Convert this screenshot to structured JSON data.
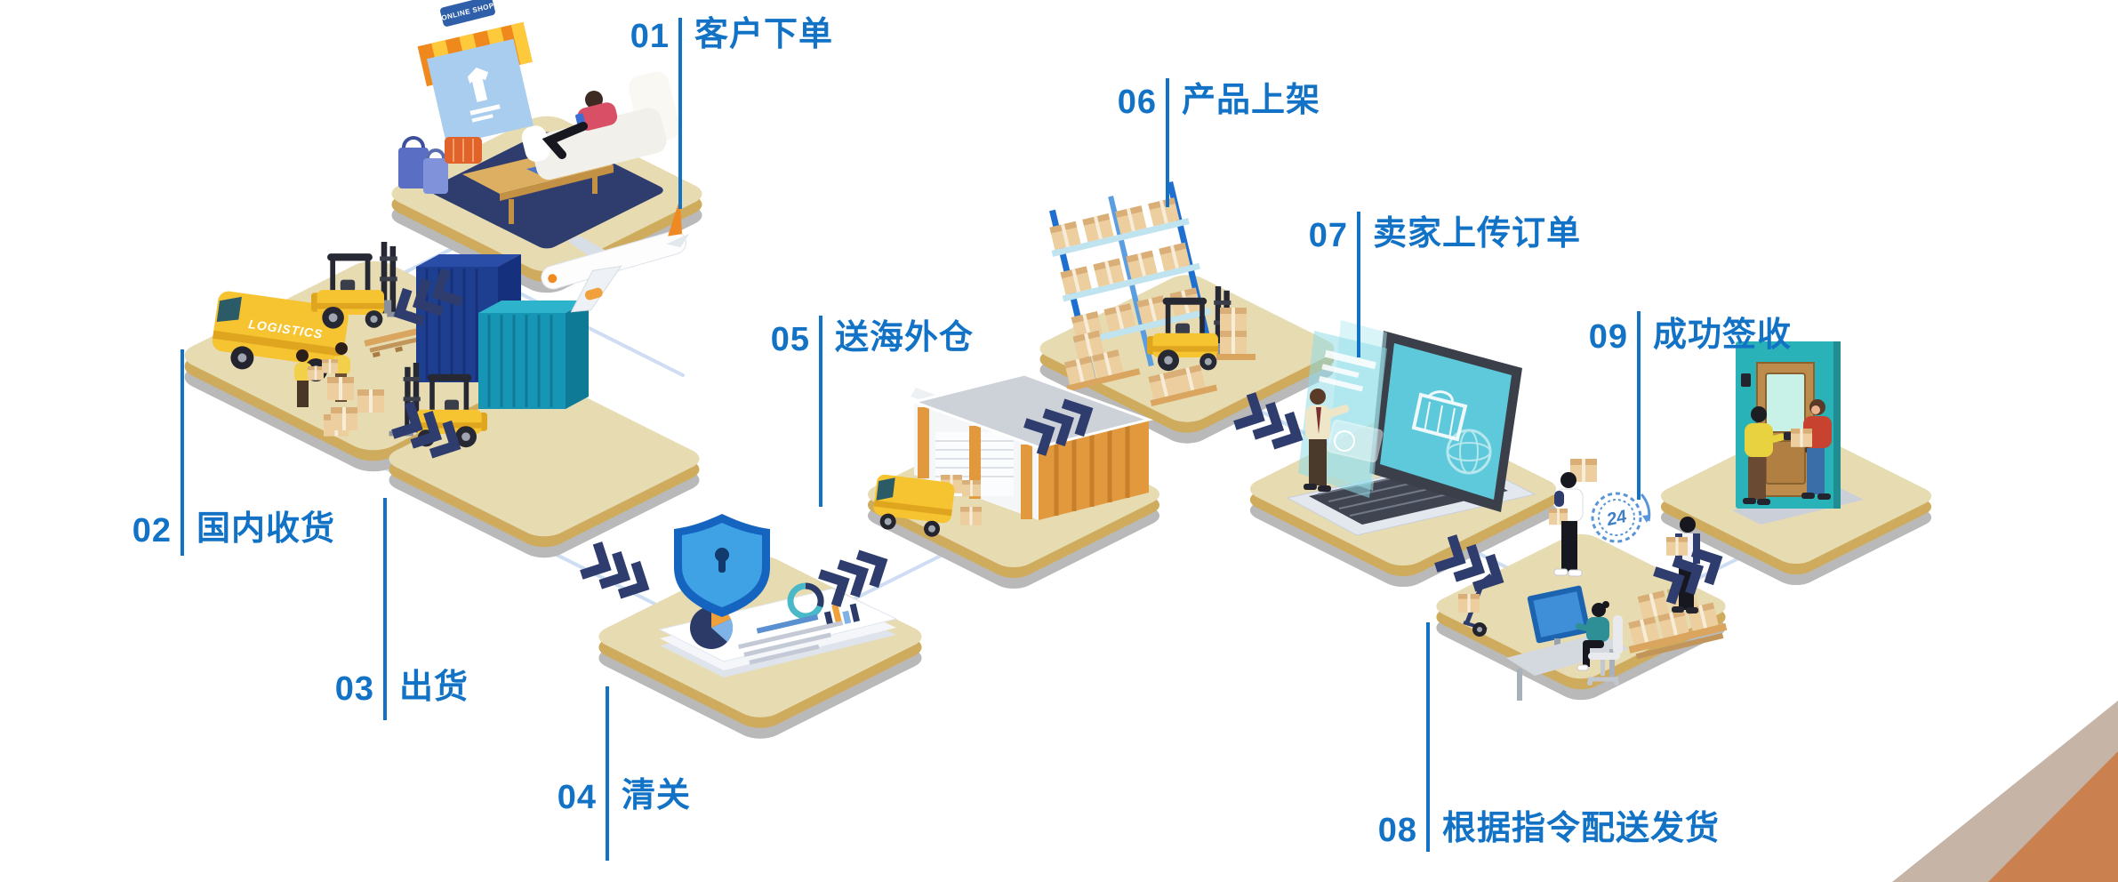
{
  "diagram": {
    "kind": "logistics-process-flow",
    "language": "zh-CN"
  },
  "steps": [
    {
      "number": "01",
      "label": "客户下单",
      "illustration": "customer-places-order"
    },
    {
      "number": "02",
      "label": "国内收货",
      "illustration": "domestic-pickup"
    },
    {
      "number": "03",
      "label": "出货",
      "illustration": "shipping-out"
    },
    {
      "number": "04",
      "label": "清关",
      "illustration": "customs-clearance"
    },
    {
      "number": "05",
      "label": "送海外仓",
      "illustration": "deliver-to-overseas-warehouse"
    },
    {
      "number": "06",
      "label": "产品上架",
      "illustration": "product-shelving"
    },
    {
      "number": "07",
      "label": "卖家上传订单",
      "illustration": "seller-uploads-order"
    },
    {
      "number": "08",
      "label": "根据指令配送发货",
      "illustration": "dispatch-per-instructions"
    },
    {
      "number": "09",
      "label": "成功签收",
      "illustration": "successful-receipt"
    }
  ],
  "illustrations": {
    "van_text": "LOGISTICS",
    "shop_sign": "ONLINE SHOP",
    "clock_text": "24"
  },
  "colors": {
    "accent_blue": "#1272c6",
    "chevron_navy": "#2e3c6e",
    "connector_blue": "#cdddf2",
    "platform_top": "#e7dbb2",
    "platform_side": "#cfab5e",
    "platform_base": "#b9b9b9",
    "corner_orange": "#cb8050",
    "corner_beige": "#c6b4a7"
  }
}
